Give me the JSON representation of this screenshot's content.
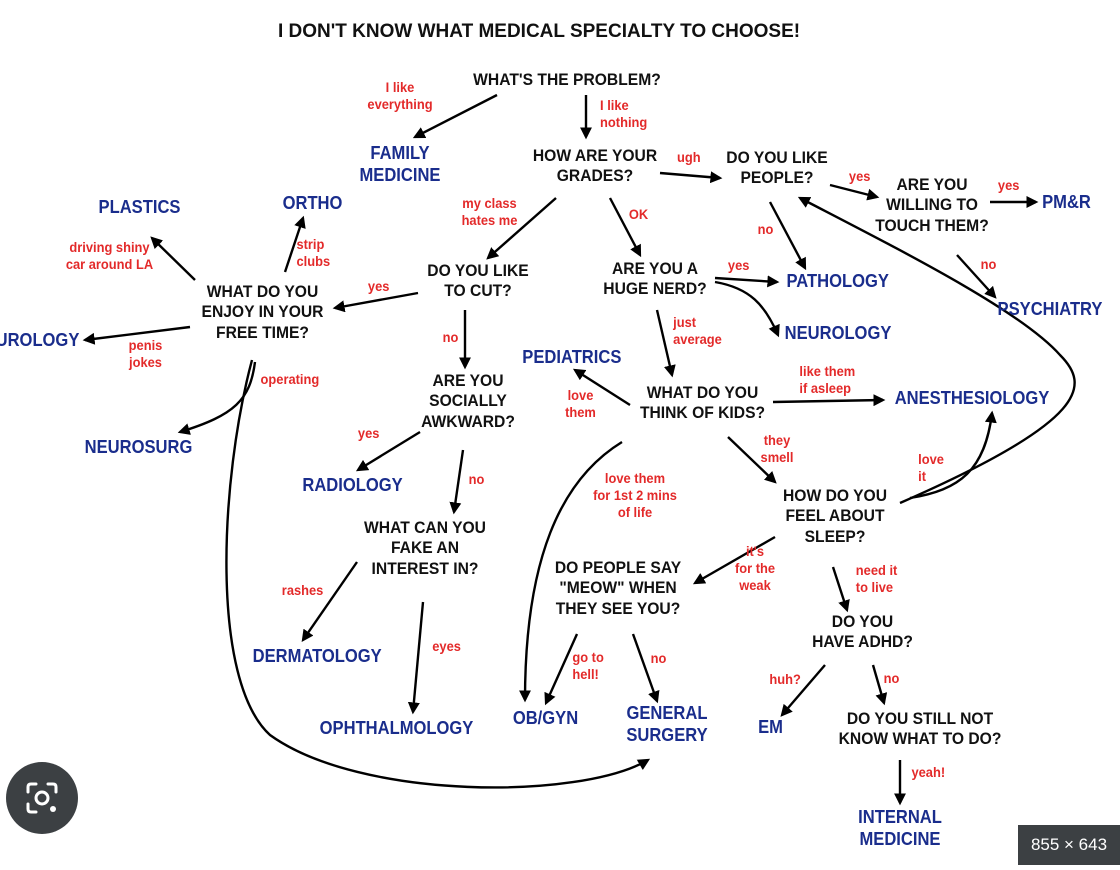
{
  "title": "I DON'T KNOW WHAT MEDICAL SPECIALTY TO CHOOSE!",
  "questions": {
    "problem": "WHAT'S THE PROBLEM?",
    "grades": [
      "HOW ARE YOUR",
      "GRADES?"
    ],
    "like_people": [
      "DO YOU LIKE",
      "PEOPLE?"
    ],
    "touch": [
      "ARE YOU",
      "WILLING TO",
      "TOUCH THEM?"
    ],
    "cut": [
      "DO YOU LIKE",
      "TO CUT?"
    ],
    "nerd": [
      "ARE YOU A",
      "HUGE NERD?"
    ],
    "free_time": [
      "WHAT DO YOU",
      "ENJOY IN YOUR",
      "FREE TIME?"
    ],
    "awkward": [
      "ARE YOU",
      "SOCIALLY",
      "AWKWARD?"
    ],
    "kids": [
      "WHAT DO YOU",
      "THINK OF KIDS?"
    ],
    "sleep": [
      "HOW DO YOU",
      "FEEL ABOUT",
      "SLEEP?"
    ],
    "fake": [
      "WHAT CAN YOU",
      "FAKE AN",
      "INTEREST IN?"
    ],
    "meow": [
      "DO PEOPLE SAY",
      "\"MEOW\" WHEN",
      "THEY SEE YOU?"
    ],
    "adhd": [
      "DO YOU",
      "HAVE ADHD?"
    ],
    "still": [
      "DO YOU STILL NOT",
      "KNOW WHAT TO DO?"
    ]
  },
  "specialties": {
    "family_medicine": [
      "FAMILY",
      "MEDICINE"
    ],
    "plastics": "PLASTICS",
    "ortho": "ORTHO",
    "pmr": "PM&R",
    "pathology": "PATHOLOGY",
    "neurology": "NEUROLOGY",
    "psychiatry": "PSYCHIATRY",
    "urology": "UROLOGY",
    "pediatrics": "PEDIATRICS",
    "anesthesiology": "ANESTHESIOLOGY",
    "neurosurg": "NEUROSURG",
    "radiology": "RADIOLOGY",
    "dermatology": "DERMATOLOGY",
    "ophthalmology": "OPHTHALMOLOGY",
    "obgyn": "OB/GYN",
    "general_surgery": [
      "GENERAL",
      "SURGERY"
    ],
    "em": "EM",
    "internal_medicine": [
      "INTERNAL",
      "MEDICINE"
    ]
  },
  "edges": {
    "i_like_everything": [
      "I like",
      "everything"
    ],
    "i_like_nothing": [
      "I like",
      "nothing"
    ],
    "ugh": "ugh",
    "yes_people": "yes",
    "yes_touch": "yes",
    "no_people": "no",
    "no_touch": "no",
    "my_class_hates_me": [
      "my class",
      "hates me"
    ],
    "ok": "OK",
    "driving": [
      "driving shiny",
      "car around LA"
    ],
    "strip_clubs": [
      "strip",
      "clubs"
    ],
    "yes_cut": "yes",
    "yes_nerd": "yes",
    "penis_jokes": [
      "penis",
      "jokes"
    ],
    "operating": "operating",
    "no_cut": "no",
    "just_average": [
      "just",
      "average"
    ],
    "love_them": [
      "love",
      "them"
    ],
    "like_them_if_asleep": [
      "like them",
      "if asleep"
    ],
    "yes_awkward": "yes",
    "they_smell": [
      "they",
      "smell"
    ],
    "love_it": [
      "love",
      "it"
    ],
    "no_awkward": "no",
    "love_them_1st": [
      "love them",
      "for 1st 2 mins",
      "of life"
    ],
    "weak": [
      "it's",
      "for the",
      "weak"
    ],
    "rashes": "rashes",
    "need_it": [
      "need it",
      "to live"
    ],
    "eyes": "eyes",
    "go_to_hell": [
      "go to",
      "hell!"
    ],
    "no_meow": "no",
    "huh": "huh?",
    "no_adhd": "no",
    "yeah": "yeah!"
  },
  "overlay": {
    "lens_icon": "image-search-icon",
    "size_badge": "855 × 643"
  }
}
